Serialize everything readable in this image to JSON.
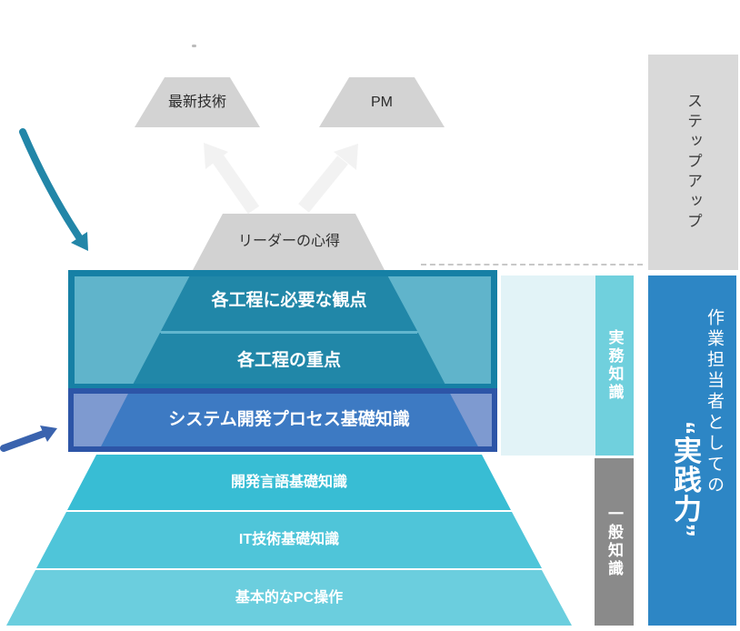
{
  "diagram": {
    "top_goals": [
      {
        "label": "最新技術"
      },
      {
        "label": "PM"
      }
    ],
    "pyramid_layers": [
      {
        "label": "リーダーの心得"
      },
      {
        "label": "各工程に必要な観点"
      },
      {
        "label": "各工程の重点"
      },
      {
        "label": "システム開発プロセス基礎知識"
      },
      {
        "label": "開発言語基礎知識"
      },
      {
        "label": "IT技術基礎知識"
      },
      {
        "label": "基本的なPC操作"
      }
    ],
    "category_labels": {
      "practical": "実務知識",
      "general": "一般知識"
    },
    "right_column": {
      "step_up": "ステップアップ",
      "practice_line": "作業担当者としての",
      "practice_emphasis": "“実践力”"
    },
    "colors": {
      "teal_box_border": "#1680a5",
      "teal_box_fill": "#60b4cb",
      "teal_pyramid": "#2187a8",
      "blue_box_border": "#2d55a7",
      "blue_box_fill": "#7e9ad0",
      "blue_pyramid": "#3d7ac3",
      "cyan_layer_dev_lang": "#38bdd4",
      "cyan_layer_it": "#4fc5d9",
      "cyan_layer_pc": "#6bcede",
      "pale_panel": "#e2f3f7",
      "practical_strip": "#70d0dd",
      "general_strip": "#8a8a8a",
      "step_up_box": "#d9d9d9",
      "right_blue_box": "#2d86c5",
      "gray_shape": "#d3d3d3",
      "teal_arrow": "#2286a8",
      "blue_arrow": "#3a63ae",
      "light_arrow": "#f2f2f2"
    }
  }
}
